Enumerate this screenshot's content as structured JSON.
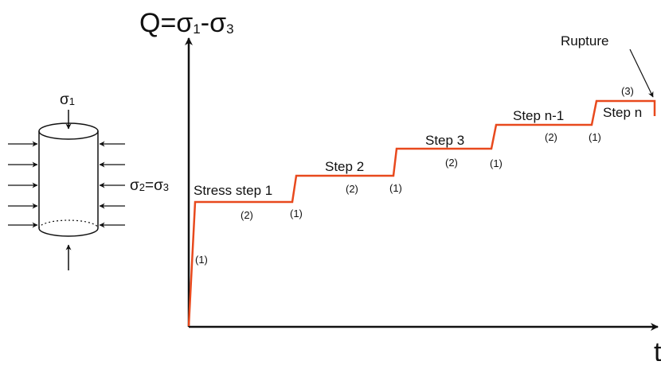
{
  "y_axis": {
    "symbol": "Q=σ",
    "sub1": "1",
    "minus": "-σ",
    "sub3": "3"
  },
  "x_axis": {
    "label": "t"
  },
  "sample": {
    "sigma1_symbol": "σ",
    "sigma1_sub": "1",
    "confining_symbol": "σ",
    "confining_sub2": "2",
    "confining_eq": "=σ",
    "confining_sub3": "3"
  },
  "steps": [
    {
      "label": "Stress step 1",
      "ramp_phase": "(1)",
      "hold_phase": "(2)"
    },
    {
      "label": "Step 2",
      "ramp_phase": "(1)",
      "hold_phase": "(2)"
    },
    {
      "label": "Step 3",
      "ramp_phase": "(1)",
      "hold_phase": "(2)"
    },
    {
      "label": "Step n-1",
      "ramp_phase": "(1)",
      "hold_phase": "(2)"
    },
    {
      "label": "Step n",
      "ramp_phase": "(1)",
      "hold_phase": "(3)"
    }
  ],
  "rupture": {
    "label": "Rupture"
  },
  "colors": {
    "loading_path": "#e8491d",
    "ink": "#111111"
  }
}
